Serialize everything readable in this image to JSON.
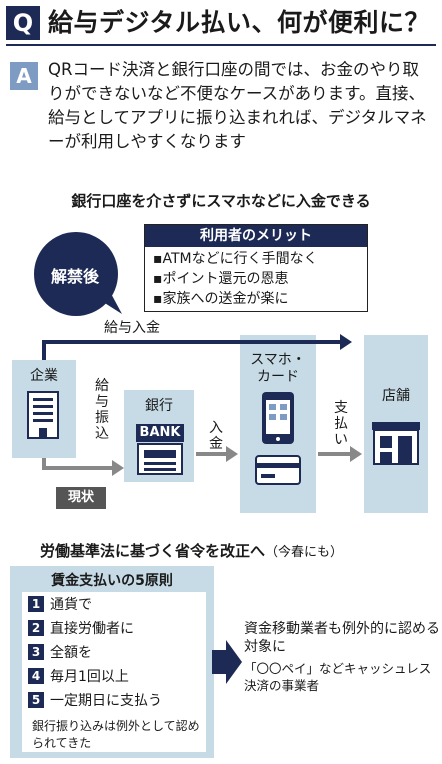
{
  "header": {
    "badge": "Q",
    "title": "給与デジタル払い、何が便利に？"
  },
  "answer": {
    "badge": "A",
    "text": "QRコード決済と銀行口座の間では、お金のやり取りができないなど不便なケースがあります。直接、給与としてアプリに振り込まれれば、デジタルマネーが利用しやすくなります"
  },
  "diagram": {
    "subtitle": "銀行口座を介さずにスマホなどに入金できる",
    "after_label": "解禁後",
    "merit": {
      "title": "利用者のメリット",
      "items": [
        "▪ATMなどに行く手間なく",
        "▪ポイント還元の恩恵",
        "▪家族への送金が楽に"
      ]
    },
    "salary_deposit": "給与入金",
    "company": "企業",
    "salary_transfer": [
      "給",
      "与",
      "振",
      "込"
    ],
    "bank": "銀行",
    "bank_sign": "BANK",
    "deposit": [
      "入",
      "金"
    ],
    "phone_card": [
      "スマホ・",
      "カード"
    ],
    "payment": [
      "支",
      "払",
      "い"
    ],
    "store": "店舗",
    "current": "現状"
  },
  "law": {
    "subtitle": "労働基準法に基づく省令を改正へ",
    "subtitle_note": "（今春にも）",
    "panel_title": "賃金支払いの5原則",
    "rules": [
      {
        "num": "1",
        "text": "通貨で"
      },
      {
        "num": "2",
        "text": "直接労働者に"
      },
      {
        "num": "3",
        "text": "全額を"
      },
      {
        "num": "4",
        "text": "毎月1回以上"
      },
      {
        "num": "5",
        "text": "一定期日に支払う"
      }
    ],
    "note": "銀行振り込みは例外として認められてきた",
    "right_text": "資金移動業者も例外的に認める対象に",
    "right_paren": "「〇〇ペイ」などキャッシュレス決済の事業者"
  },
  "colors": {
    "navy": "#1c2a55",
    "light_blue": "#c6dbe6",
    "gray": "#555555",
    "accent_blue": "#7d9bc3"
  }
}
